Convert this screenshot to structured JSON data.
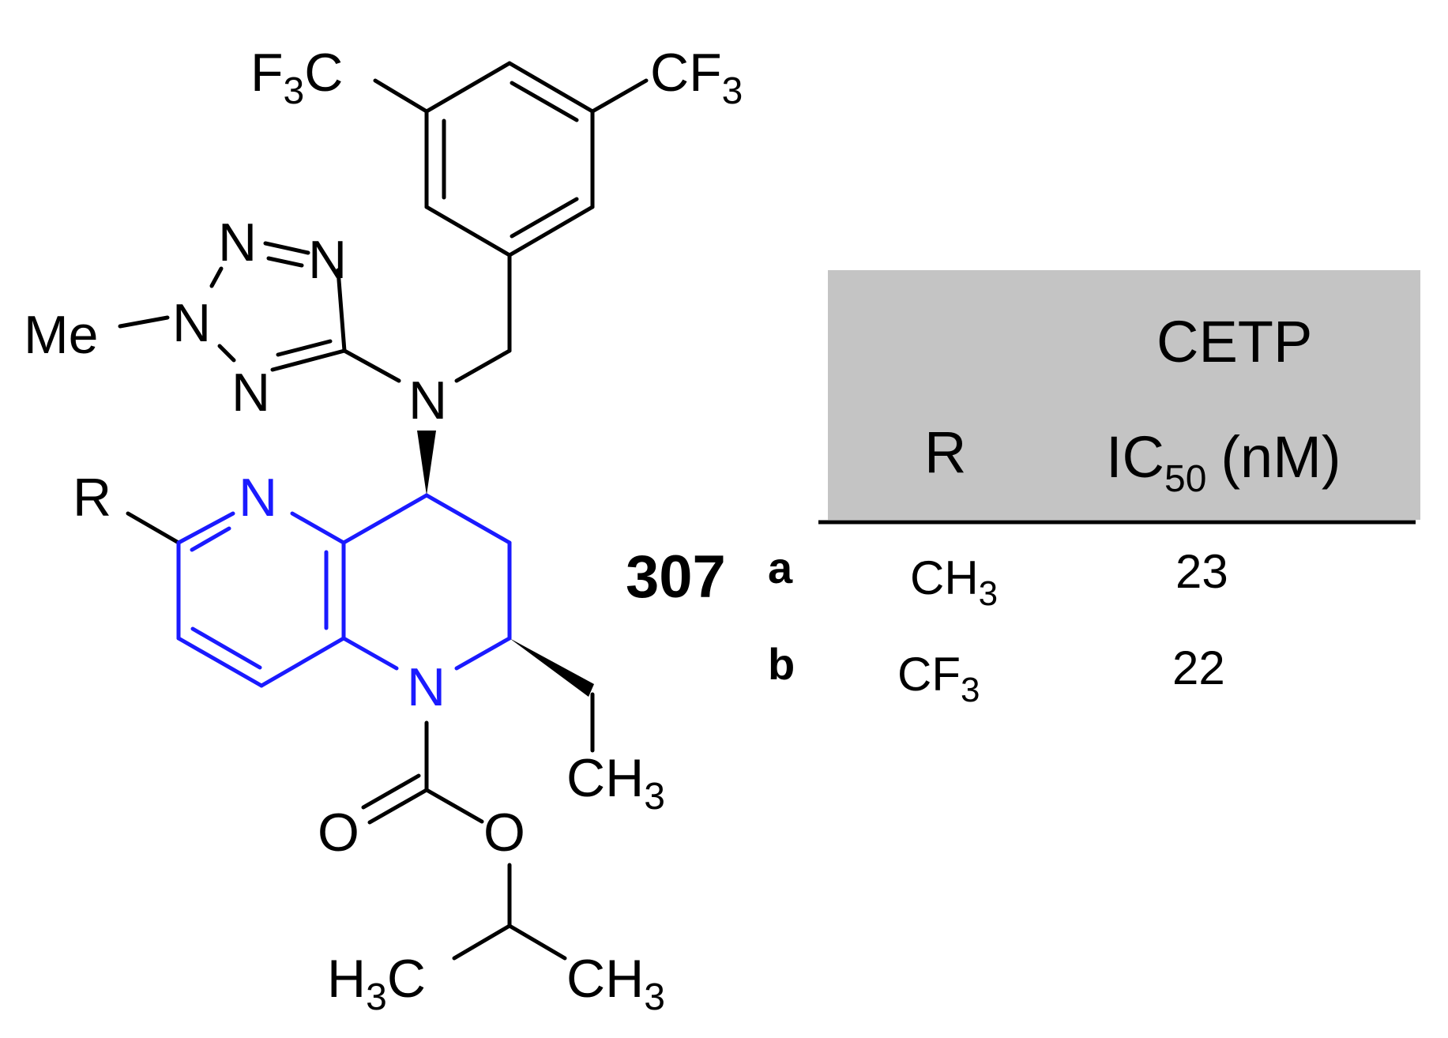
{
  "colors": {
    "bond": "#000000",
    "core": "#1a1aff",
    "table_header_bg": "#c4c4c4",
    "text": "#000000"
  },
  "atoms": {
    "cf3_left_main": "F",
    "cf3_left_sub": "3",
    "cf3_left_tail": "C",
    "cf3_right_main": "CF",
    "cf3_right_sub": "3",
    "tet_n1": "N",
    "tet_n2": "N",
    "tet_n3": "N",
    "tet_n4": "N",
    "me": "Me",
    "amine_n": "N",
    "r_group": "R",
    "pyr_n": "N",
    "ring_n": "N",
    "ethyl_ch3_main": "CH",
    "ethyl_ch3_sub": "3",
    "carbonyl_o": "O",
    "ester_o": "O",
    "ipr_left_h": "H",
    "ipr_left_sub": "3",
    "ipr_left_c": "C",
    "ipr_right_main": "CH",
    "ipr_right_sub": "3"
  },
  "compound": {
    "number": "307"
  },
  "table": {
    "header_top": "CETP",
    "header_r": "R",
    "header_ic_main": "IC",
    "header_ic_sub": "50",
    "header_ic_unit": "(nM)",
    "rows": [
      {
        "series": "a",
        "r_main": "CH",
        "r_sub": "3",
        "ic50": "23"
      },
      {
        "series": "b",
        "r_main": "CF",
        "r_sub": "3",
        "ic50": "22"
      }
    ]
  }
}
